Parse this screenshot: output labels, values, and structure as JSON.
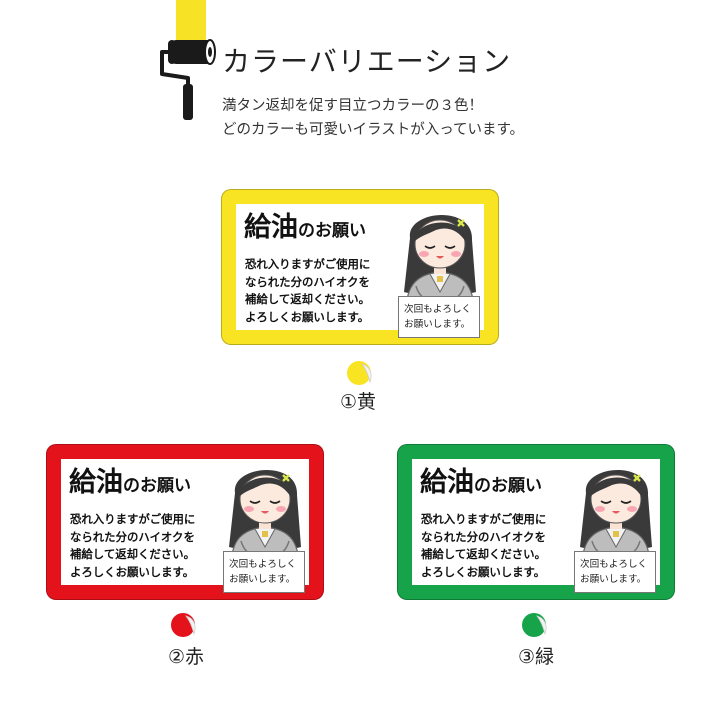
{
  "header": {
    "title": "カラーバリエーション",
    "description_lines": [
      "満タン返却を促す目立つカラーの３色！",
      "どのカラーも可愛いイラストが入っています。"
    ]
  },
  "sign": {
    "title_big": "給油",
    "title_small": "のお願い",
    "message_lines": [
      "恐れ入りますがご使用に",
      "なられた分のハイオクを",
      "補給して返却ください。",
      "よろしくお願いします。"
    ],
    "note_lines": [
      "次回もよろしく",
      "お願いします。"
    ]
  },
  "variants": [
    {
      "label": "①黄",
      "color": "#f9e423"
    },
    {
      "label": "②赤",
      "color": "#e3121b"
    },
    {
      "label": "③緑",
      "color": "#16a34a"
    }
  ],
  "icons": {
    "header": "paint-roller-icon",
    "card_illustration": "bowing-woman-illustration",
    "swatch": "peeling-sticker-dot-icon"
  }
}
